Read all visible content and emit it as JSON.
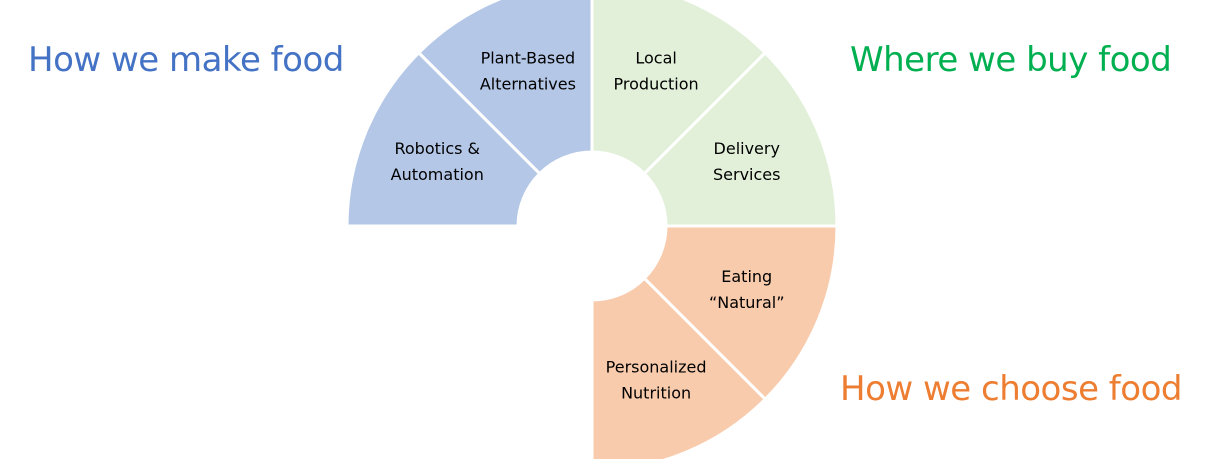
{
  "groups": [
    {
      "title": "How we make food",
      "color": "#4472c4",
      "fill": "#b4c7e7",
      "segments": [
        {
          "lines": [
            "Plant-Based",
            "Alternatives"
          ]
        },
        {
          "lines": [
            "Robotics &",
            "Automation"
          ]
        }
      ]
    },
    {
      "title": "Where we buy food",
      "color": "#00b050",
      "fill": "#e2f0d9",
      "segments": [
        {
          "lines": [
            "Local",
            "Production"
          ]
        },
        {
          "lines": [
            "Delivery",
            "Services"
          ]
        }
      ]
    },
    {
      "title": "How we choose food",
      "color": "#ed7d31",
      "fill": "#f8cbad",
      "segments": [
        {
          "lines": [
            "Eating",
            "“Natural”"
          ]
        },
        {
          "lines": [
            "Personalized",
            "Nutrition"
          ]
        }
      ]
    }
  ]
}
